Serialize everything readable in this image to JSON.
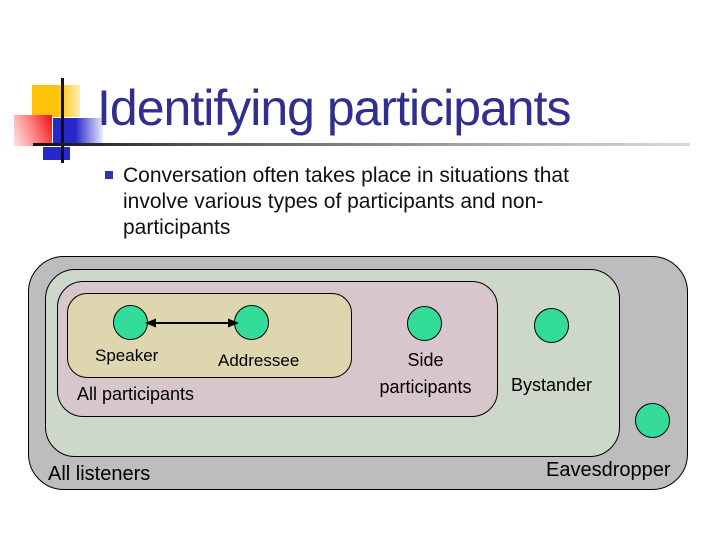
{
  "slide": {
    "title": "Identifying participants",
    "bullet": {
      "lines": [
        "Conversation often takes place in situations that",
        "involve various types of participants and non-",
        "participants"
      ]
    },
    "diagram": {
      "speaker_label": "Speaker",
      "addressee_label": "Addressee",
      "all_participants_label": "All participants",
      "side_label_line1": "Side",
      "side_label_line2": "participants",
      "bystander_label": "Bystander",
      "all_listeners_label": "All listeners",
      "eavesdropper_label": "Eavesdropper"
    },
    "colors": {
      "title_text": "#2f2f8f",
      "bullet_marker": "#3333aa",
      "zone_all_listeners": "#bdbdbd",
      "zone_bystander": "#cdd7ca",
      "zone_all_participants": "#d8c6cd",
      "zone_core": "#ded6ae",
      "person_circle": "#33dd99",
      "logo_yellow": "#ffc30b",
      "logo_red": "#ee1c1c",
      "logo_blue": "#2828c8"
    }
  }
}
